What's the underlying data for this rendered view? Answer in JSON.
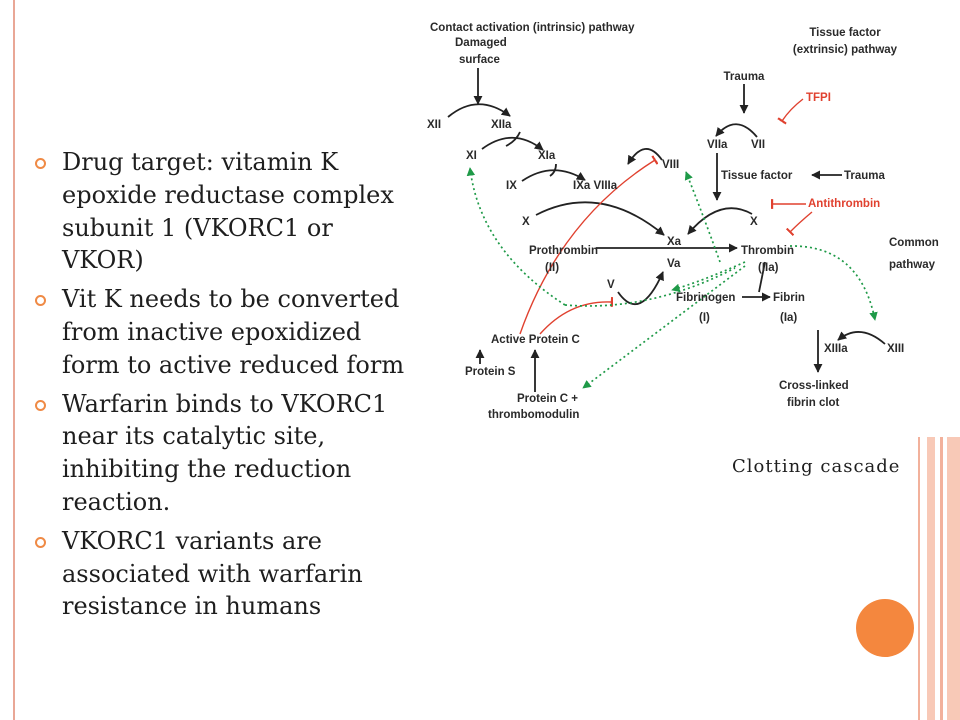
{
  "slide": {
    "bullets": [
      {
        "lines": [
          "Drug target: vitamin K",
          "epoxide reductase complex",
          "subunit 1 (VKORC1 or",
          "VKOR)"
        ]
      },
      {
        "lines": [
          "Vit K needs to be converted",
          "from inactive epoxidized",
          "form to active reduced form"
        ]
      },
      {
        "lines": [
          "Warfarin binds to VKORC1",
          "near its catalytic site,",
          "inhibiting the reduction",
          "reaction."
        ]
      },
      {
        "lines": [
          "VKORC1 variants are",
          "associated with warfarin",
          "resistance in humans"
        ]
      }
    ]
  },
  "diagram": {
    "caption": "Clotting cascade",
    "labels": {
      "intrinsic_pathway": "Contact activation (intrinsic) pathway",
      "damaged": "Damaged",
      "surface": "surface",
      "tissue_factor_heading": "Tissue factor",
      "extrinsic_pathway": "(extrinsic) pathway",
      "trauma_top": "Trauma",
      "tfpi": "TFPI",
      "xii": "XII",
      "xiia": "XIIa",
      "viia": "VIIa",
      "vii": "VII",
      "xi": "XI",
      "xia": "XIa",
      "viii": "VIII",
      "tissue_factor": "Tissue factor",
      "trauma_right": "Trauma",
      "ix": "IX",
      "ixa_viiia": "IXa VIIIa",
      "antithrombin": "Antithrombin",
      "x_left": "X",
      "x_right": "X",
      "common": "Common",
      "common_pathway": "pathway",
      "xa": "Xa",
      "prothrombin": "Prothrombin",
      "thrombin": "Thrombin",
      "ii": "(II)",
      "va": "Va",
      "iia": "(IIa)",
      "v": "V",
      "fibrinogen": "Fibrinogen",
      "fibrin": "Fibrin",
      "i": "(I)",
      "ia": "(Ia)",
      "active_protein_c": "Active Protein C",
      "xiiia": "XIIIa",
      "xiii": "XIII",
      "protein_s": "Protein S",
      "protein_c_plus": "Protein C +",
      "thrombomodulin": "thrombomodulin",
      "cross_linked": "Cross-linked",
      "fibrin_clot": "fibrin clot"
    }
  },
  "colors": {
    "accent_orange": "#f4873e",
    "rule_pink": "#e9a796",
    "stripe_pink": "#f8c9b7",
    "inhibition_red": "#e0412f",
    "feedback_green": "#1f9a48",
    "text": "#1e1e1e"
  }
}
